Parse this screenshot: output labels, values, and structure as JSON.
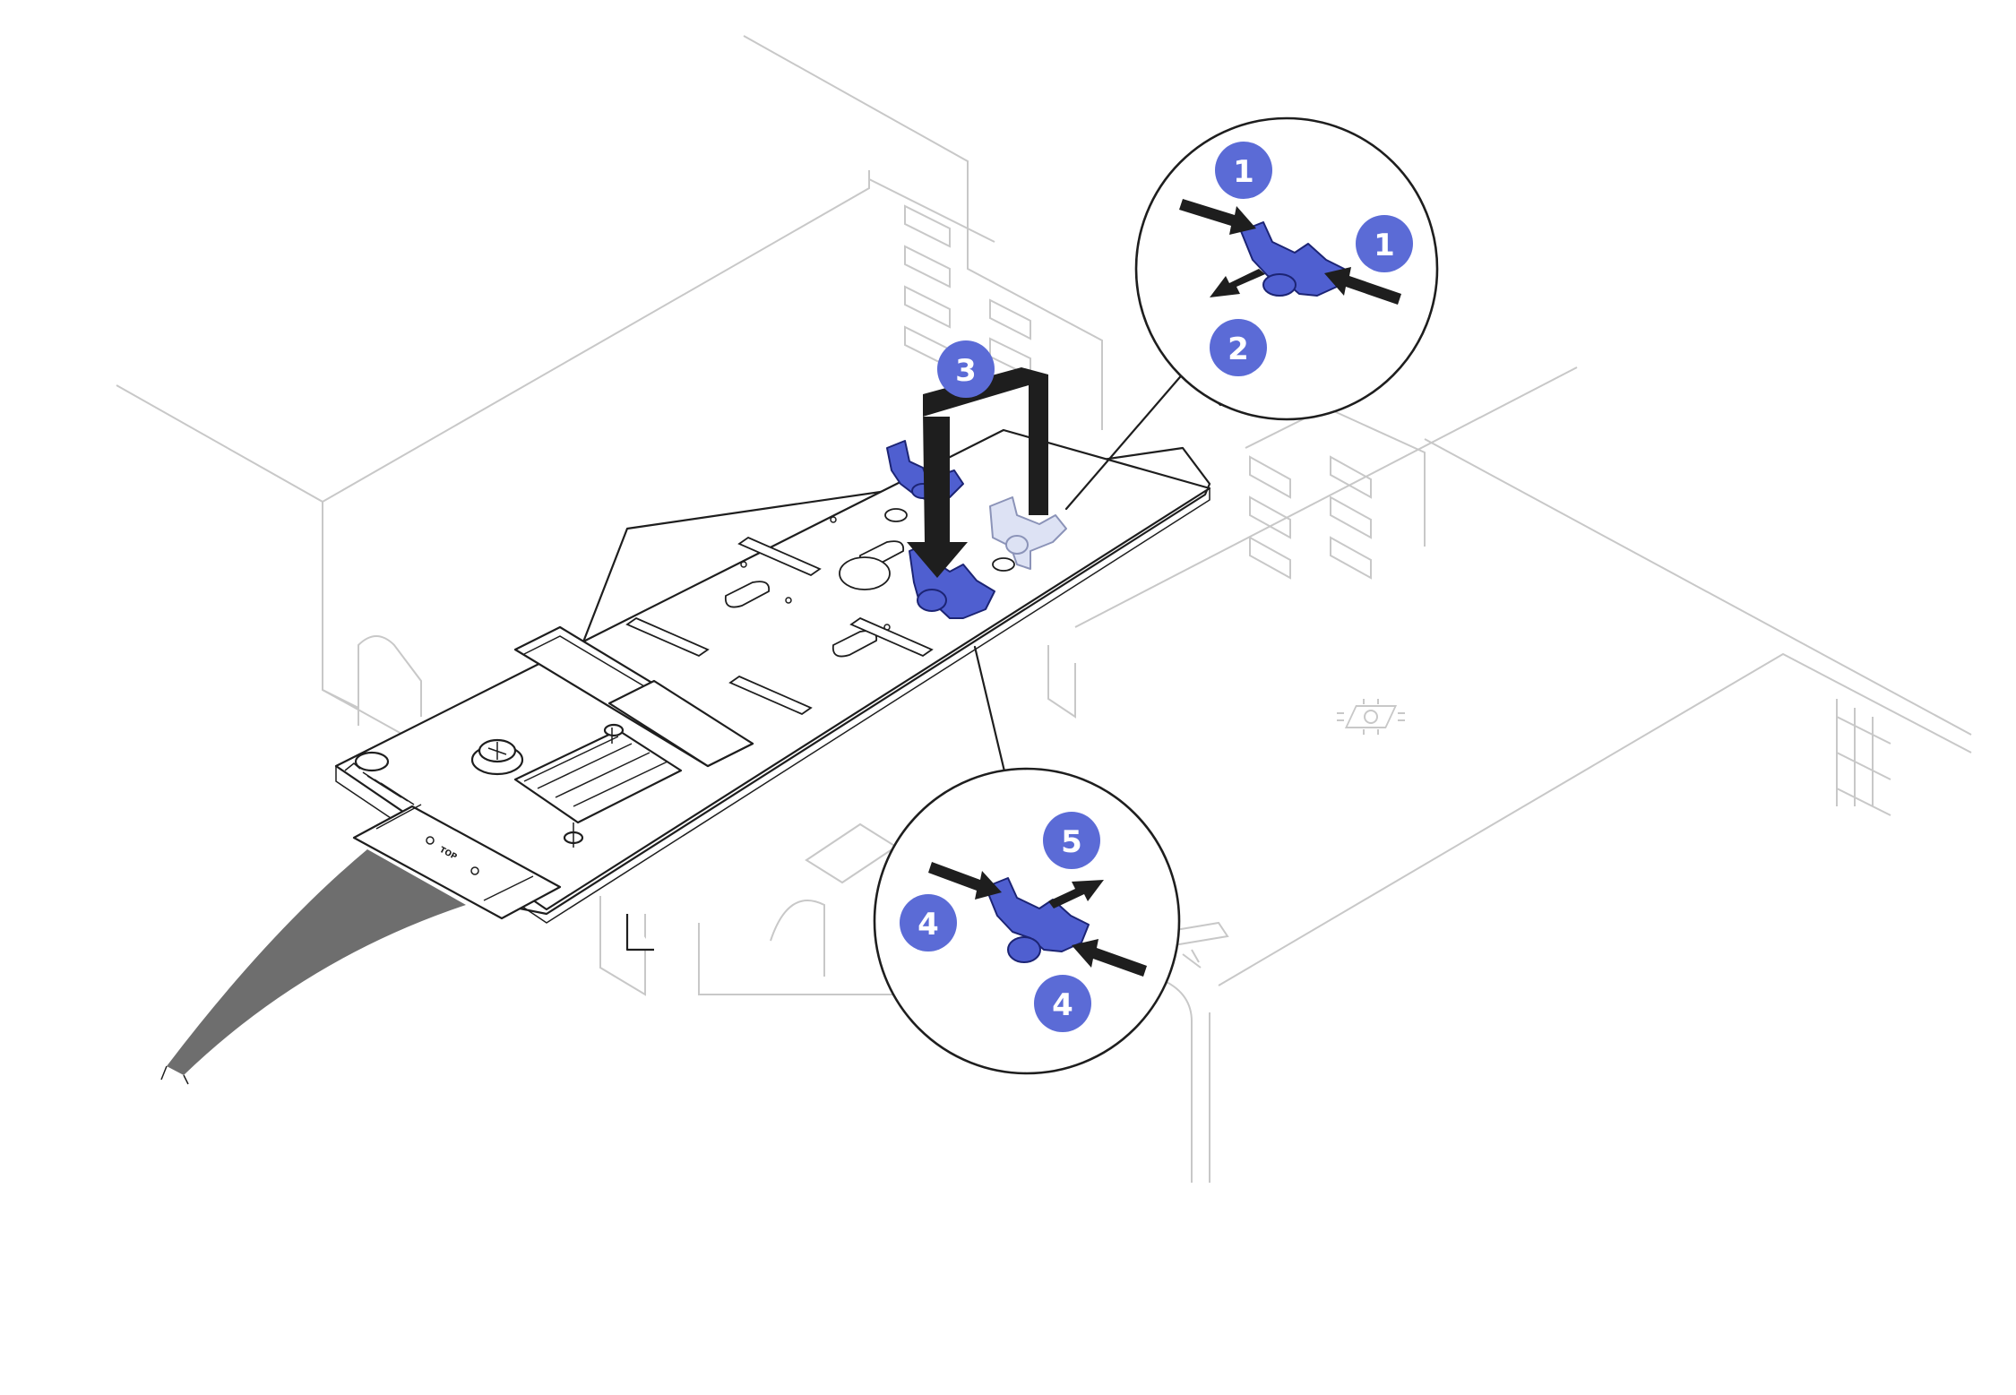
{
  "figure": {
    "description_visible": false,
    "colors": {
      "step_badge": "#5b6bd6",
      "retainer_clip": "#4f5fd0",
      "retainer_clip_previous": "#dde2f4",
      "cable": "#6e6e6e",
      "line_art": "#1e1e1e",
      "chassis_outline": "#c8c8c8"
    },
    "steps": {
      "top_callout": [
        "1",
        "1",
        "2"
      ],
      "main": [
        "3"
      ],
      "bottom_callout": [
        "5",
        "4",
        "4"
      ]
    },
    "board_label": "TOP",
    "icons": [
      "retainer-clip-icon",
      "push-arrow-icon",
      "pull-arrow-icon",
      "down-arrow-icon",
      "chip-symbol-icon"
    ]
  }
}
